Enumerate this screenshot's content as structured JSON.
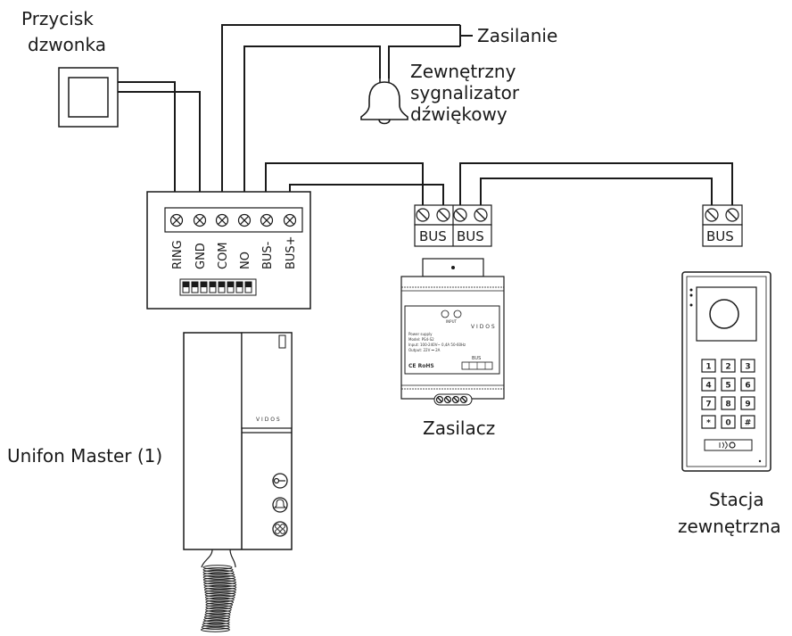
{
  "labels": {
    "doorbell_button": [
      "Przycisk",
      "dzwonka"
    ],
    "power": "Zasilanie",
    "sounder": [
      "Zewnętrzny",
      "sygnalizator",
      "dźwiękowy"
    ],
    "power_supply": "Zasilacz",
    "handset": "Unifon Master (1)",
    "outdoor_station": [
      "Stacja",
      "zewnętrzna"
    ]
  },
  "module_terminals": [
    "RING",
    "GND",
    "COM",
    "NO",
    "BUS-",
    "BUS+"
  ],
  "bus_label": "BUS",
  "psu_panel": {
    "brand": "V I D O S",
    "input": "INPUT",
    "lines": [
      "Power supply",
      "Model:   PS4-S2",
      "Input:   100-240V~ 0,4A  50-60Hz",
      "Output:  22V ⎓ 2A"
    ],
    "marks": "CE  RoHS",
    "bus_text": "BUS"
  },
  "handset_brand": "V I D O S",
  "keypad": [
    "1",
    "2",
    "3",
    "4",
    "5",
    "6",
    "7",
    "8",
    "9",
    "*",
    "0",
    "#"
  ]
}
